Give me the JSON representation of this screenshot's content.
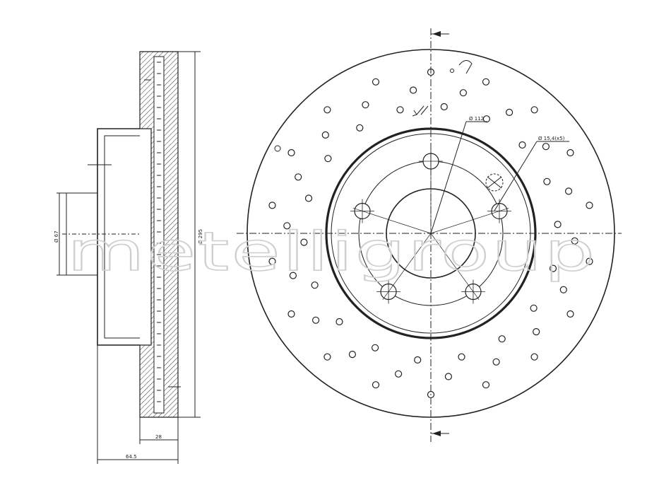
{
  "watermark": "metelligroup",
  "side_view": {
    "dim_hub_diameter": "Ø 67",
    "dim_outer_diameter": "Ø 295",
    "dim_disc_thickness": "28",
    "dim_total_height": "64.5"
  },
  "front_view": {
    "dim_hole_circle": "Ø 112",
    "dim_holes": "Ø 15,4(x5)"
  },
  "colors": {
    "line": "#222222",
    "watermark": "#cfcfcf"
  }
}
